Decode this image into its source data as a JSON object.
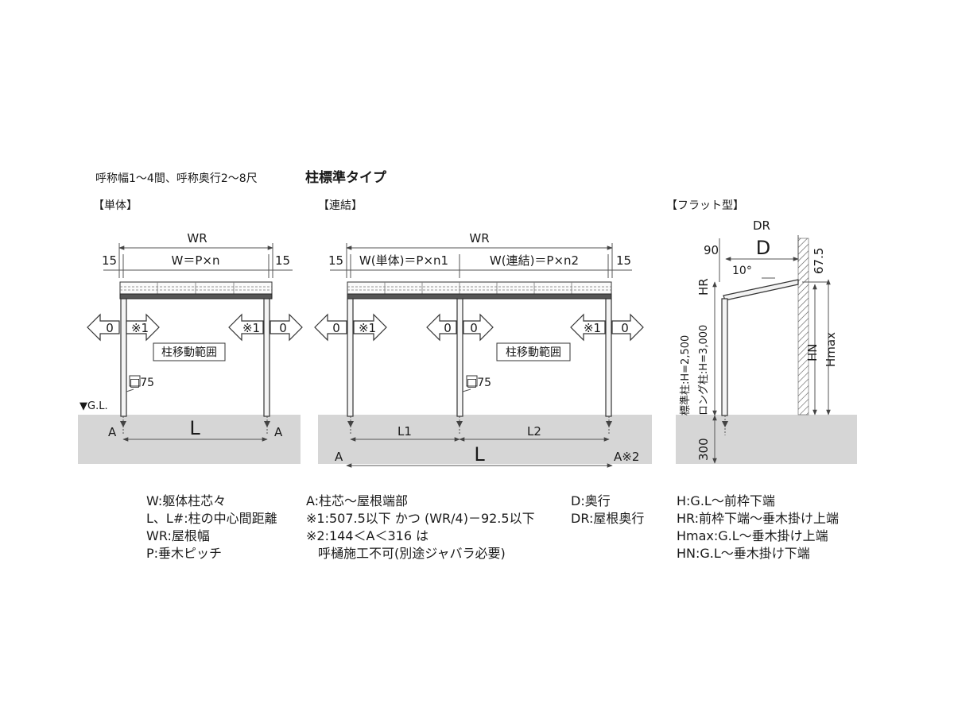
{
  "header": {
    "title_plain": "呼称幅1～4間、呼称奥行2～8尺",
    "title_bold": "柱標準タイプ"
  },
  "sections": {
    "single": "【単体】",
    "linked": "【連結】",
    "flat": "【フラット型】"
  },
  "single": {
    "wr": "WR",
    "w": "W＝P×n",
    "margin_left": "15",
    "margin_right": "15",
    "arrow_zero_left": "0",
    "arrow_note_left": "※1",
    "arrow_note_right": "※1",
    "arrow_zero_right": "0",
    "range_label": "柱移動範囲",
    "post_size": "□75",
    "gl": "▼G.L.",
    "a_left": "A",
    "a_right": "A",
    "l": "L"
  },
  "linked": {
    "wr": "WR",
    "w1": "W(単体)＝P×n1",
    "w2": "W(連結)＝P×n2",
    "margin_left": "15",
    "margin_right": "15",
    "arrow_zero_left": "0",
    "arrow_note_left": "※1",
    "arrow_zero_mid_left": "0",
    "arrow_zero_mid_right": "0",
    "arrow_note_right": "※1",
    "arrow_zero_right": "0",
    "range_label": "柱移動範囲",
    "post_size": "□75",
    "l1": "L1",
    "l2": "L2",
    "l": "L",
    "a_left": "A",
    "a_right": "A※2"
  },
  "flat": {
    "dr": "DR",
    "d": "D",
    "ninety": "90",
    "sixtyseven": "67.5",
    "angle": "10°",
    "hr": "HR",
    "std_post": "標準柱:H=2,500",
    "long_post": "ロング柱:H=3,000",
    "hn": "HN",
    "hmax": "Hmax",
    "three_hundred": "300"
  },
  "legend": {
    "single": [
      "W:躯体柱芯々",
      "L、L#:柱の中心間距離",
      "WR:屋根幅",
      "P:垂木ピッチ"
    ],
    "linked": [
      "A:柱芯～屋根端部",
      "※1:507.5以下  かつ (WR/4)－92.5以下",
      "※2:144＜A＜316  は",
      "呼樋施工不可(別途ジャバラ必要)"
    ],
    "depth": [
      "D:奥行",
      "DR:屋根奥行"
    ],
    "height": [
      "H:G.L～前枠下端",
      "HR:前枠下端～垂木掛け上端",
      "Hmax:G.L～垂木掛け上端",
      "HN:G.L～垂木掛け下端"
    ]
  }
}
